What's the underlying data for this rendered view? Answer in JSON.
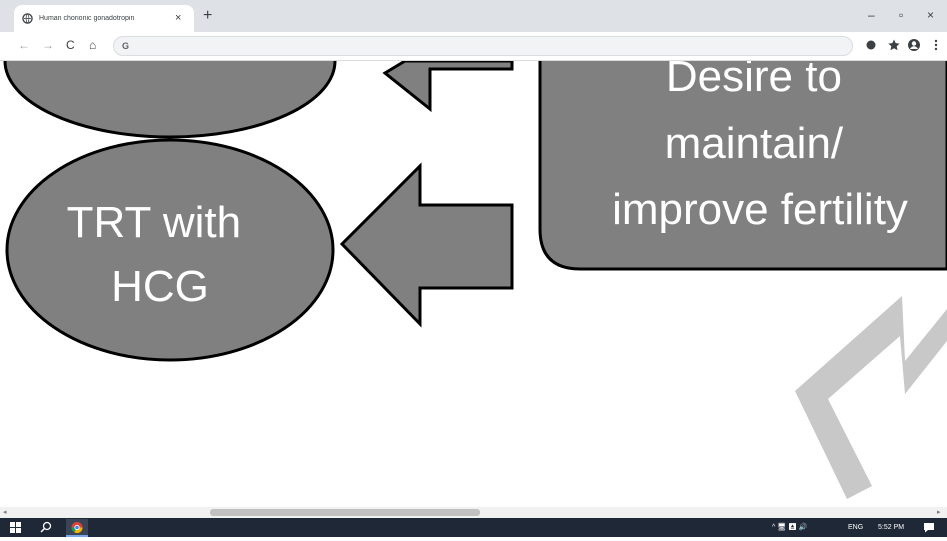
{
  "browser": {
    "tab": {
      "title": "Human chorionic gonadotropin",
      "close": "×"
    },
    "new_tab": "+",
    "window_controls": {
      "minimize": "–",
      "restore": "▫",
      "close": "×"
    },
    "nav": {
      "back": "←",
      "forward": "→",
      "reload": "C",
      "home": "⌂"
    },
    "omnibox": {
      "icon": "G",
      "value": ""
    }
  },
  "slide": {
    "center_box": "Desire to\nmaintain/\nimprove fertility",
    "center_box_lines": [
      "Desire to",
      "maintain/",
      "improve fertility"
    ],
    "ellipse_label_lines": [
      "TRT with",
      "HCG"
    ],
    "shape_fill": "#808080",
    "shape_stroke": "#000000",
    "text_color": "#ffffff",
    "watermark_color": "#c8c8c8"
  },
  "taskbar": {
    "tray_icons": "^ 🖥 ⏏ 🔊",
    "language": "ENG",
    "time": "5:52 PM"
  },
  "icons": {
    "favicon": "globe-icon",
    "extension": "circle-icon",
    "bookmark": "star-icon",
    "profile": "profile-icon",
    "menu": "kebab-icon",
    "start": "windows-icon",
    "search": "search-icon",
    "chrome": "chrome-icon",
    "notifications": "action-center-icon"
  }
}
